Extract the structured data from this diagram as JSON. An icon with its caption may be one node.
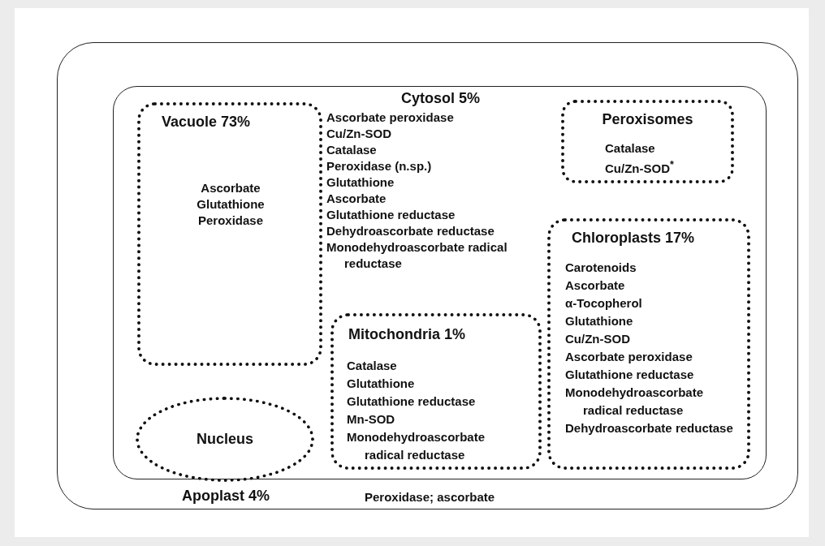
{
  "diagram": {
    "nodes": [
      {
        "text": [
          "Apoplast 4%",
          "Peroxidase; ascorbate"
        ]
      },
      {
        "text": [
          "Cytosol 5%",
          "Ascorbate peroxidase",
          "Cu/Zn-SOD",
          "Catalase",
          "Peroxidase (n.sp.)",
          "Glutathione",
          "Ascorbate",
          "Glutathione reductase",
          "Dehydroascorbate reductase",
          "Monodehydroascorbate radical reductase"
        ],
        "in": 0
      },
      {
        "text": [
          "Vacuole 73%",
          "Ascorbate",
          "Glutathione",
          "Peroxidase"
        ],
        "in": 1
      },
      {
        "text": [
          "Peroxisomes",
          "Catalase",
          "Cu/Zn-SOD$^{*}$"
        ],
        "in": 1
      },
      {
        "text": [
          "Chloroplasts 17%",
          "Carotenoids",
          "Ascorbate",
          "α-Tocopherol",
          "Glutathione",
          "Cu/Zn-SOD",
          "Ascorbate peroxidase",
          "Glutathione reductase",
          "Monodehydroascorbate radical reductase",
          "Dehydroascorbate reductase"
        ],
        "in": 1
      },
      {
        "text": [
          "Mitochondria 1%",
          "Catalase",
          "Glutathione",
          "Glutathione reductase",
          "Mn-SOD",
          "Monodehydroascorbate radical reductase"
        ],
        "in": 1
      },
      {
        "text": [
          "Nucleus"
        ],
        "in": 1
      }
    ],
    "edges": []
  }
}
